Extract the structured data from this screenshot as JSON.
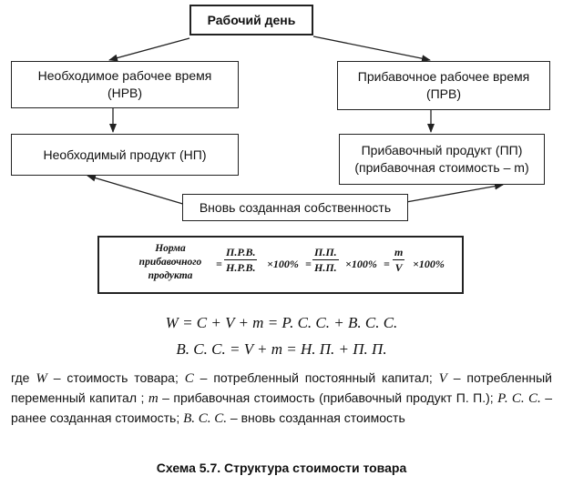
{
  "boxes": {
    "workday": "Рабочий день",
    "necessary_time": [
      "Необходимое рабочее время",
      "(НРВ)"
    ],
    "surplus_time": [
      "Прибавочное рабочее время",
      "(ПРВ)"
    ],
    "necessary_product": "Необходимый продукт (НП)",
    "surplus_product": [
      "Прибавочный продукт (ПП)",
      "(прибавочная стоимость – m)"
    ],
    "new_property": "Вновь созданная собственность"
  },
  "formula": {
    "label": [
      "Норма",
      "прибавочного",
      "продукта"
    ],
    "eq1": "=",
    "frac1": {
      "num": "П.Р.В.",
      "den": "Н.Р.В."
    },
    "mul1": "×100%",
    "eq2": "=",
    "frac2": {
      "num": "П.П.",
      "den": "Н.П."
    },
    "mul2": "×100%",
    "eq3": "=",
    "frac3": {
      "num": "m",
      "den": "V"
    },
    "mul3": "×100%"
  },
  "equations": {
    "line1": "W = C + V + m = Р. С. С. + В. С. С.",
    "line2": "В. С. С. = V + m = Н. П. + П. П."
  },
  "legend": {
    "w_sym": "W",
    "w_text": " – стоимость товара; ",
    "c_sym": "C",
    "c_text": " – потребленный постоянный капитал; ",
    "v_sym": "V",
    "v_text": " – потребленный переменный капитал ; ",
    "m_sym": "m",
    "m_text": " – прибавочная стоимость (прибавочный продукт П. П.); ",
    "rss_sym": "Р. С. С.",
    "rss_text": " – ранее созданная стоимость; ",
    "vss_sym": "В. С. С.",
    "vss_text": " – вновь созданная стоимость",
    "prefix": "где "
  },
  "caption": "Схема 5.7. Структура стоимости товара"
}
